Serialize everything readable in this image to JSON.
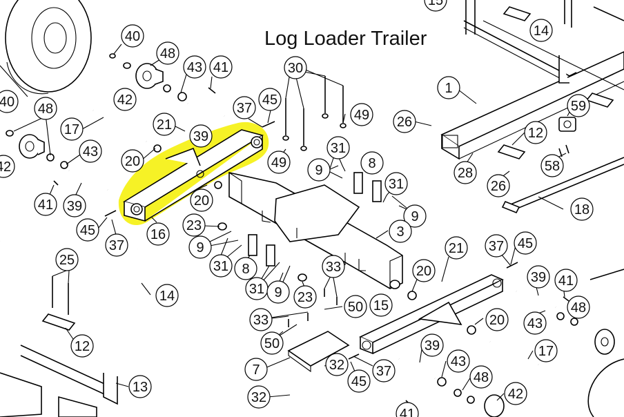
{
  "title": "Log Loader Trailer",
  "highlight_color": "#f5f000",
  "callouts": [
    {
      "label": "40"
    },
    {
      "label": "48"
    },
    {
      "label": "43"
    },
    {
      "label": "41"
    },
    {
      "label": "42"
    },
    {
      "label": "30"
    },
    {
      "label": "15"
    },
    {
      "label": "14"
    },
    {
      "label": "1"
    },
    {
      "label": "40"
    },
    {
      "label": "48"
    },
    {
      "label": "17"
    },
    {
      "label": "21"
    },
    {
      "label": "39"
    },
    {
      "label": "37"
    },
    {
      "label": "45"
    },
    {
      "label": "49"
    },
    {
      "label": "26"
    },
    {
      "label": "59"
    },
    {
      "label": "12"
    },
    {
      "label": "43"
    },
    {
      "label": "20"
    },
    {
      "label": "49"
    },
    {
      "label": "31"
    },
    {
      "label": "9"
    },
    {
      "label": "8"
    },
    {
      "label": "28"
    },
    {
      "label": "58"
    },
    {
      "label": "26"
    },
    {
      "label": "42"
    },
    {
      "label": "41"
    },
    {
      "label": "39"
    },
    {
      "label": "20"
    },
    {
      "label": "31"
    },
    {
      "label": "9"
    },
    {
      "label": "18"
    },
    {
      "label": "45"
    },
    {
      "label": "16"
    },
    {
      "label": "23"
    },
    {
      "label": "3"
    },
    {
      "label": "37"
    },
    {
      "label": "9"
    },
    {
      "label": "21"
    },
    {
      "label": "37"
    },
    {
      "label": "45"
    },
    {
      "label": "31"
    },
    {
      "label": "8"
    },
    {
      "label": "25"
    },
    {
      "label": "33"
    },
    {
      "label": "20"
    },
    {
      "label": "39"
    },
    {
      "label": "41"
    },
    {
      "label": "14"
    },
    {
      "label": "31"
    },
    {
      "label": "9"
    },
    {
      "label": "23"
    },
    {
      "label": "50"
    },
    {
      "label": "15"
    },
    {
      "label": "43"
    },
    {
      "label": "48"
    },
    {
      "label": "33"
    },
    {
      "label": "20"
    },
    {
      "label": "12"
    },
    {
      "label": "50"
    },
    {
      "label": "17"
    },
    {
      "label": "7"
    },
    {
      "label": "32"
    },
    {
      "label": "37"
    },
    {
      "label": "39"
    },
    {
      "label": "43"
    },
    {
      "label": "13"
    },
    {
      "label": "45"
    },
    {
      "label": "48"
    },
    {
      "label": "32"
    },
    {
      "label": "41"
    },
    {
      "label": "42"
    }
  ]
}
